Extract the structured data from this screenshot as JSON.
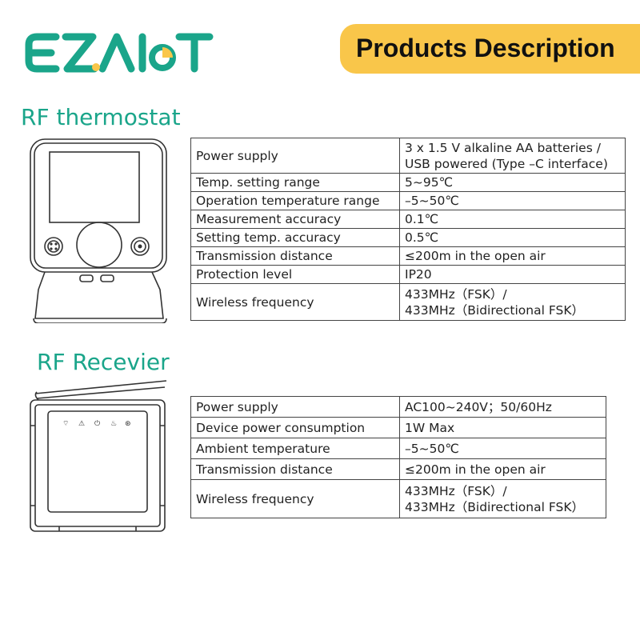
{
  "brand": {
    "logo_text": "EZAIOT",
    "logo_color": "#1aa58a",
    "logo_accent": "#f9c64a"
  },
  "header": {
    "banner_title": "Products Description",
    "banner_color": "#f9c64a"
  },
  "thermostat": {
    "title": "RF thermostat",
    "image_name": "rf-thermostat-illustration",
    "specs": [
      {
        "label": "Power supply",
        "value_lines": [
          "3 x 1.5 V alkaline AA batteries /",
          "USB powered (Type –C interface)"
        ]
      },
      {
        "label": "Temp. setting range",
        "value_lines": [
          "5~95℃"
        ]
      },
      {
        "label": "Operation temperature range",
        "value_lines": [
          "–5~50℃"
        ]
      },
      {
        "label": "Measurement accuracy",
        "value_lines": [
          "0.1℃"
        ]
      },
      {
        "label": "Setting temp. accuracy",
        "value_lines": [
          "0.5℃"
        ]
      },
      {
        "label": "Transmission distance",
        "value_lines": [
          "≤200m in the open air"
        ]
      },
      {
        "label": "Protection level",
        "value_lines": [
          "IP20"
        ]
      },
      {
        "label": "Wireless frequency",
        "value_lines": [
          "433MHz（FSK）/",
          "433MHz（Bidirectional FSK）"
        ]
      }
    ]
  },
  "receiver": {
    "title": "RF Recevier",
    "image_name": "rf-receiver-illustration",
    "specs": [
      {
        "label": "Power supply",
        "value_lines": [
          "AC100~240V；50/60Hz"
        ]
      },
      {
        "label": "Device power consumption",
        "value_lines": [
          "1W Max"
        ]
      },
      {
        "label": "Ambient temperature",
        "value_lines": [
          "–5~50℃"
        ]
      },
      {
        "label": "Transmission distance",
        "value_lines": [
          "≤200m in the open air"
        ]
      },
      {
        "label": "Wireless frequency",
        "value_lines": [
          "433MHz（FSK）/",
          "433MHz（Bidirectional FSK）"
        ]
      }
    ]
  },
  "colors": {
    "accent_green": "#1aa58a",
    "accent_yellow": "#f9c64a",
    "border": "#444444"
  }
}
